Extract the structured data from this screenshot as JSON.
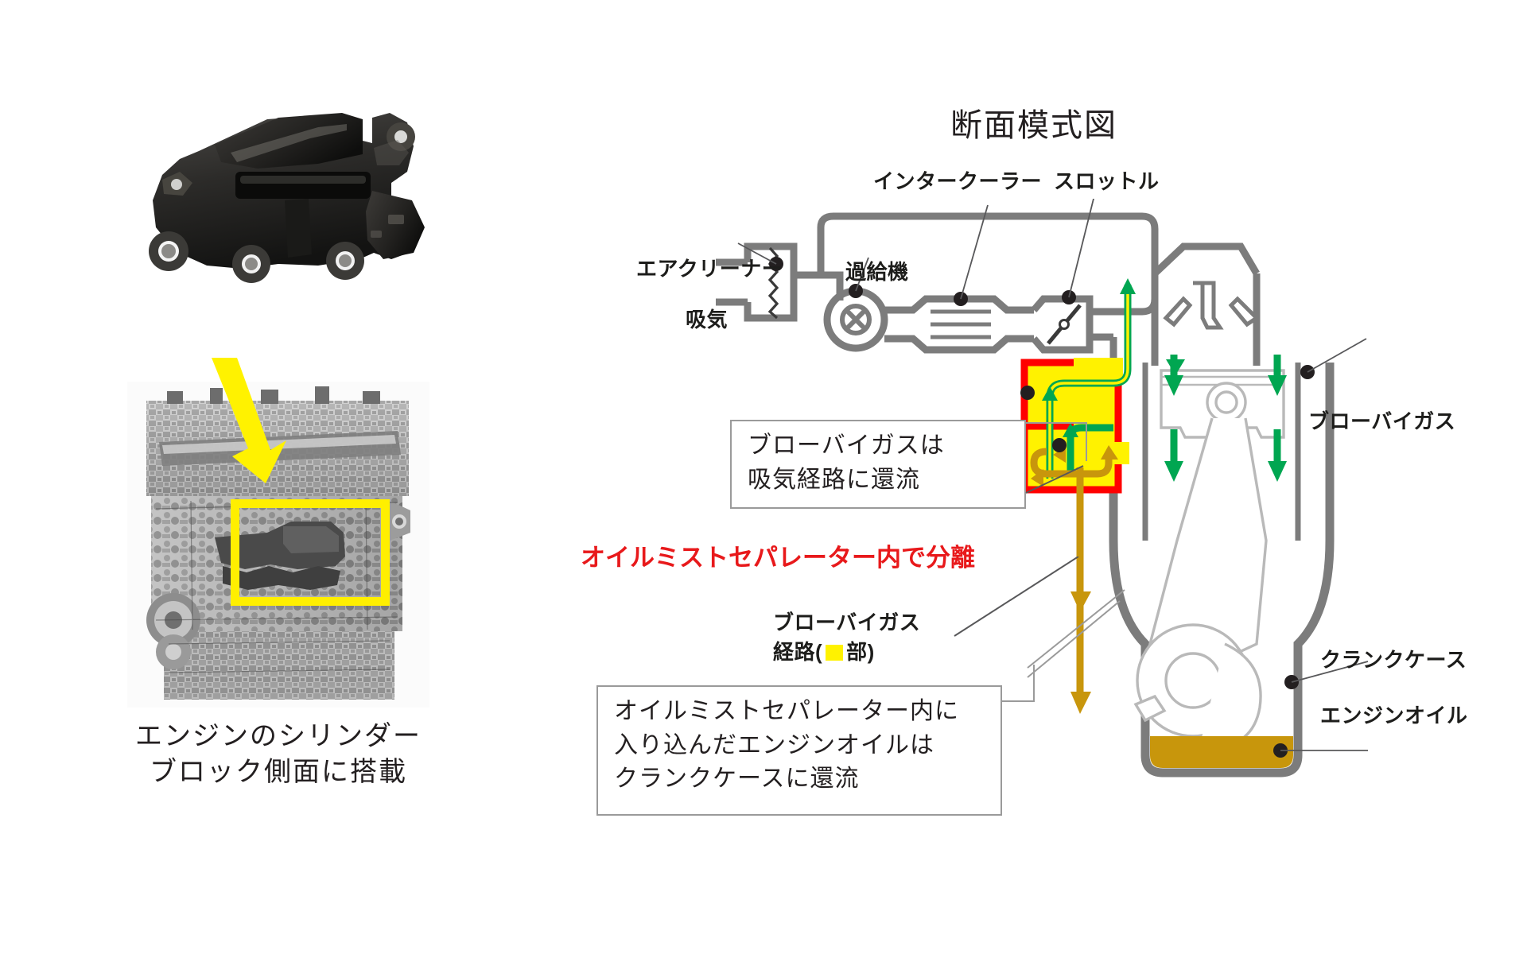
{
  "document": {
    "kind": "technical-illustration",
    "subject": "Oil mist separator (blow-by gas) cross-section schematic"
  },
  "left_panel": {
    "separator_photo_name": "oil-mist-separator-part-photo",
    "engine_photo_name": "engine-block-photo",
    "highlight_note": "yellow-box-highlight",
    "caption_line1": "エンジンのシリンダー",
    "caption_line2": "ブロック側面に搭載"
  },
  "right_panel": {
    "title": "断面模式図",
    "labels": {
      "air_cleaner": "エアクリーナー",
      "intake": "吸気",
      "supercharger": "過給機",
      "intercooler": "インタークーラー",
      "throttle": "スロットル",
      "blowby_gas_right": "ブローバイガス",
      "crankcase": "クランクケース",
      "engine_oil": "エンジンオイル"
    },
    "callouts": {
      "top": {
        "line1": "ブローバイガスは",
        "line2": "吸気経路に還流"
      },
      "bottom": {
        "line1": "オイルミストセパレーター内に",
        "line2": "入り込んだエンジンオイルは",
        "line3": "クランクケースに還流"
      }
    },
    "red_note": "オイルミストセパレーター内で分離",
    "path_legend": {
      "line1": "ブローバイガス",
      "line2_prefix": "経路(",
      "line2_suffix": "部)"
    }
  },
  "colors": {
    "highlight_yellow": "#fff200",
    "separator_outline_red": "#ff0000",
    "gas_flow_green": "#00a651",
    "oil_flow_gold": "#c8960c",
    "pipe_gray": "#7c7c7c",
    "callout_border": "#9a9a9a",
    "red_text": "#e8191b",
    "oil_pool": "#c8960c"
  }
}
